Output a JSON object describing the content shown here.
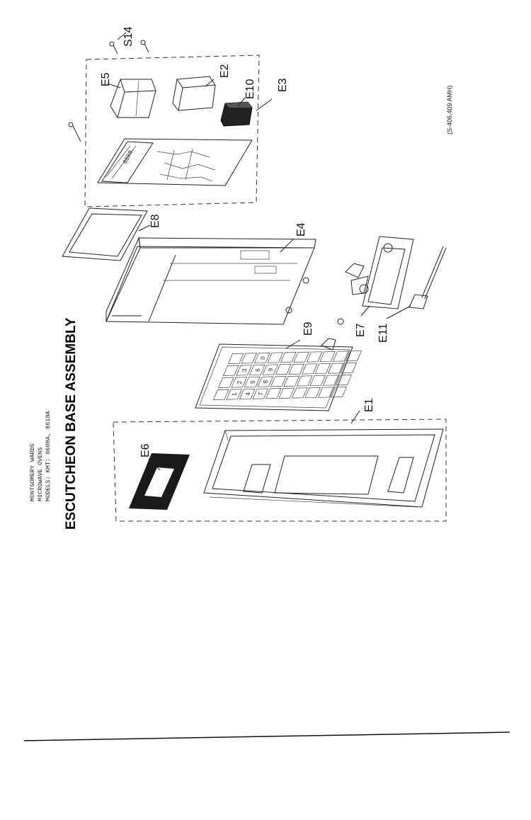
{
  "header": {
    "line1": "MONTGOMERY WARDS",
    "line2": "MICROWAVE OVENS",
    "line3": "MODELS: KMT: 8608A, 8618A",
    "title": "ESCUTCHEON BASE ASSEMBLY"
  },
  "reference": "(S-406,409 AMH)",
  "parts": {
    "S14": "S14",
    "E5": "E5",
    "E2": "E2",
    "E10": "E10",
    "E3": "E3",
    "E8": "E8",
    "E4": "E4",
    "E9": "E9",
    "E7": "E7",
    "E11": "E11",
    "E1": "E1",
    "E6": "E6"
  },
  "keypad": {
    "digits": [
      "1",
      "2",
      "3",
      "4",
      "5",
      "6",
      "7",
      "8",
      "9",
      "0"
    ]
  },
  "colors": {
    "ink": "#111111",
    "paper": "#ffffff"
  }
}
